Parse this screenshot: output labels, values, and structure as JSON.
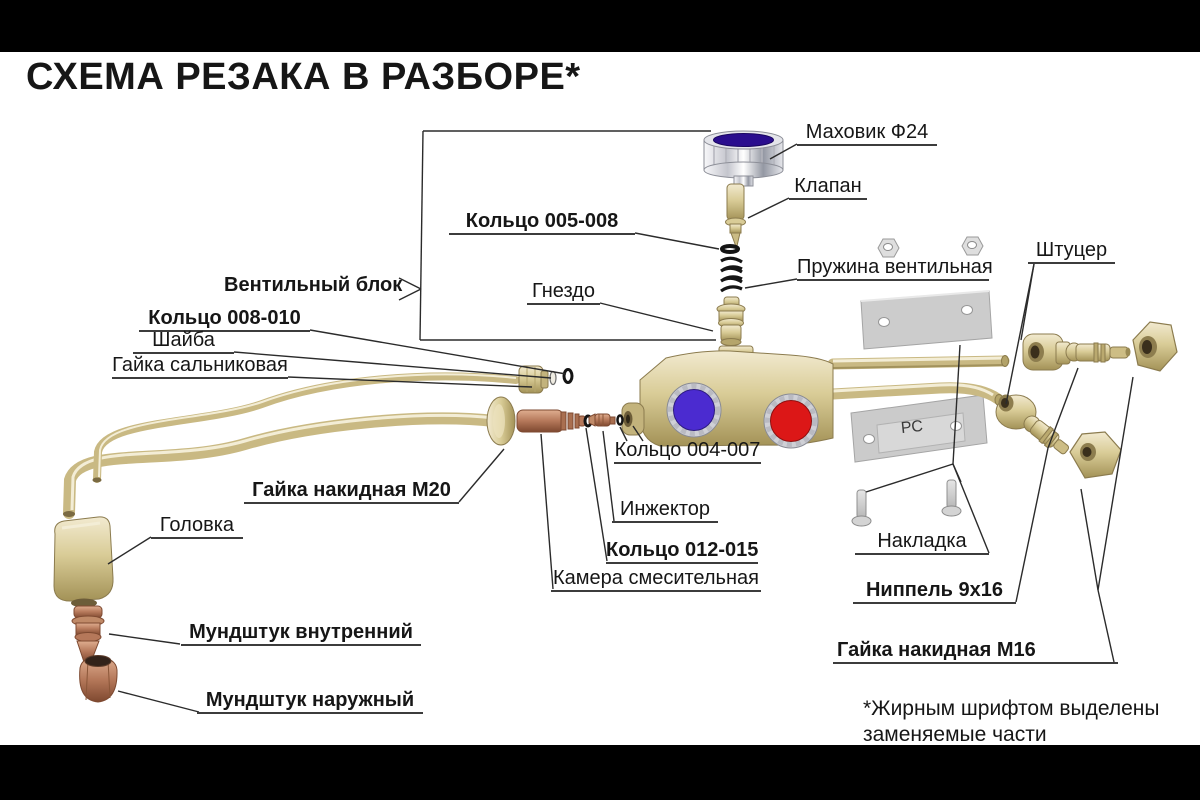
{
  "title": "СХЕМА РЕЗАКА В РАЗБОРЕ*",
  "footnote": "*Жирным шрифтом выделены\nзаменяемые части",
  "plate_marking": "РС",
  "labels": {
    "mahovik": "Маховик Ф24",
    "klapan": "Клапан",
    "koltso_005_008": "Кольцо 005-008",
    "pruzhina": "Пружина вентильная",
    "shtutser": "Штуцер",
    "gnezdo": "Гнездо",
    "ventilny_blok": "Вентильный блок",
    "koltso_008_010": "Кольцо 008-010",
    "shayba": "Шайба",
    "gayka_salnikovaya": "Гайка сальниковая",
    "koltso_004_007": "Кольцо 004-007",
    "gayka_m20": "Гайка накидная М20",
    "inzhektor": "Инжектор",
    "golovka": "Головка",
    "koltso_012_015": "Кольцо 012-015",
    "kamera": "Камера смесительная",
    "nakladka": "Накладка",
    "nippel": "Ниппель 9х16",
    "mundshtuk_vnutrenniy": "Мундштук внутренний",
    "gayka_m16": "Гайка накидная М16",
    "mundshtuk_naruzhny": "Мундштук наружный"
  },
  "colors": {
    "brass": "#d6c893",
    "copper": "#b5785a",
    "chrome": "#c9cad1",
    "knob_blue": "#4b2bd0",
    "knob_red": "#dc1717",
    "handwheel_top_blue": "#2a0e8e",
    "plate_gray": "#cccccc",
    "leader_line": "#2b2b2b",
    "letterbox": "#000000"
  }
}
